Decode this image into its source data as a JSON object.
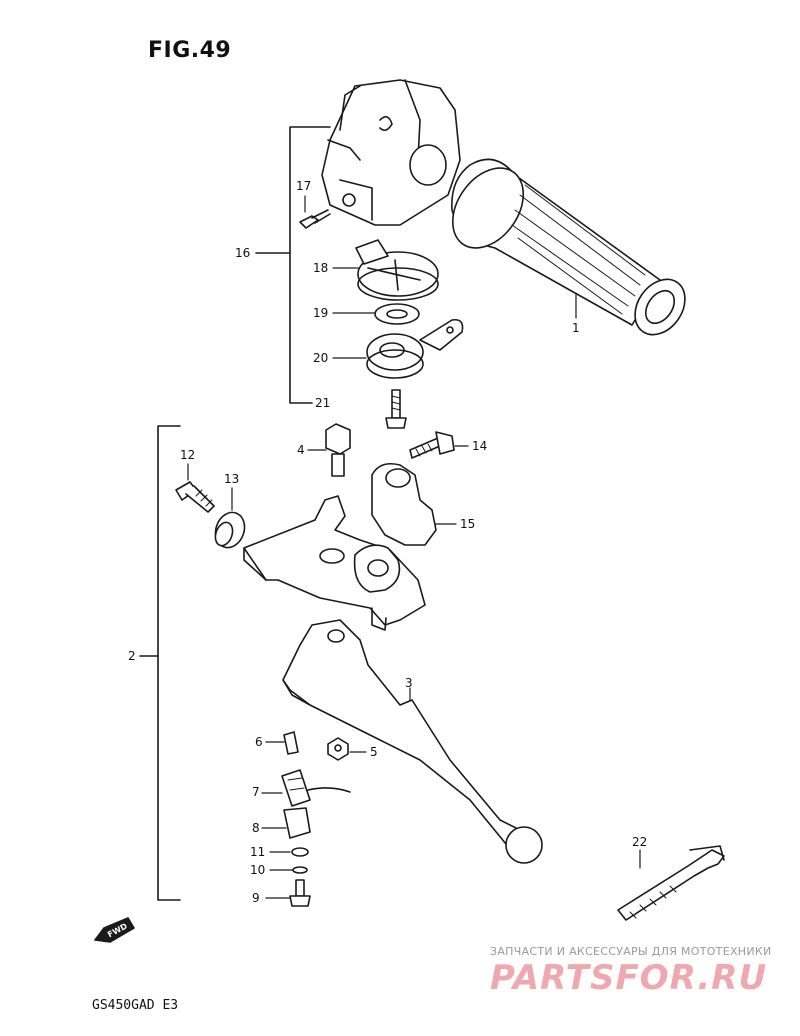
{
  "figure_title": "FIG.49",
  "model_code": "GS450GAD  E3",
  "fwd_label": "FWD",
  "watermark": {
    "top_text": "ЗАПЧАСТИ И АКСЕССУАРЫ ДЛЯ МОТОТЕХНИКИ",
    "logo_text": "PARTSFOR.RU"
  },
  "callouts": {
    "c1": "1",
    "c2": "2",
    "c3": "3",
    "c4": "4",
    "c5": "5",
    "c6": "6",
    "c7": "7",
    "c8": "8",
    "c9": "9",
    "c10": "10",
    "c11": "11",
    "c12": "12",
    "c13": "13",
    "c14": "14",
    "c15": "15",
    "c16": "16",
    "c17": "17",
    "c18": "18",
    "c19": "19",
    "c20": "20",
    "c21": "21",
    "c22": "22"
  },
  "colors": {
    "line": "#1a1a1a",
    "watermark_logo": "#f0a8b0",
    "watermark_text": "#999999"
  }
}
